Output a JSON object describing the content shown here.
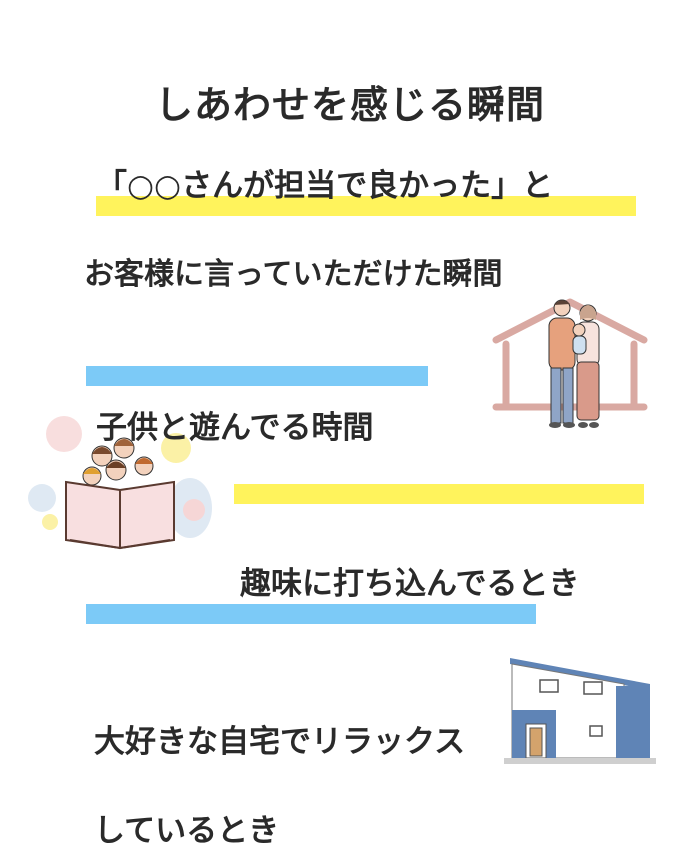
{
  "title": "しあわせを感じる瞬間",
  "items": [
    {
      "line1": "「○○さんが担当で良かった」と",
      "line2": "お客様に言っていただけた瞬間",
      "highlight": "#fff35c"
    },
    {
      "line1": "子供と遊んでる時間",
      "highlight": "#7ccaf7"
    },
    {
      "line1": "趣味に打ち込んでるとき",
      "highlight": "#fff35c"
    },
    {
      "line1": "大好きな自宅でリラックス",
      "line2": "しているとき",
      "highlight": "#7ccaf7"
    }
  ],
  "illustrations": [
    "family-house-illustration",
    "children-reading-book-illustration",
    "house-illustration"
  ]
}
